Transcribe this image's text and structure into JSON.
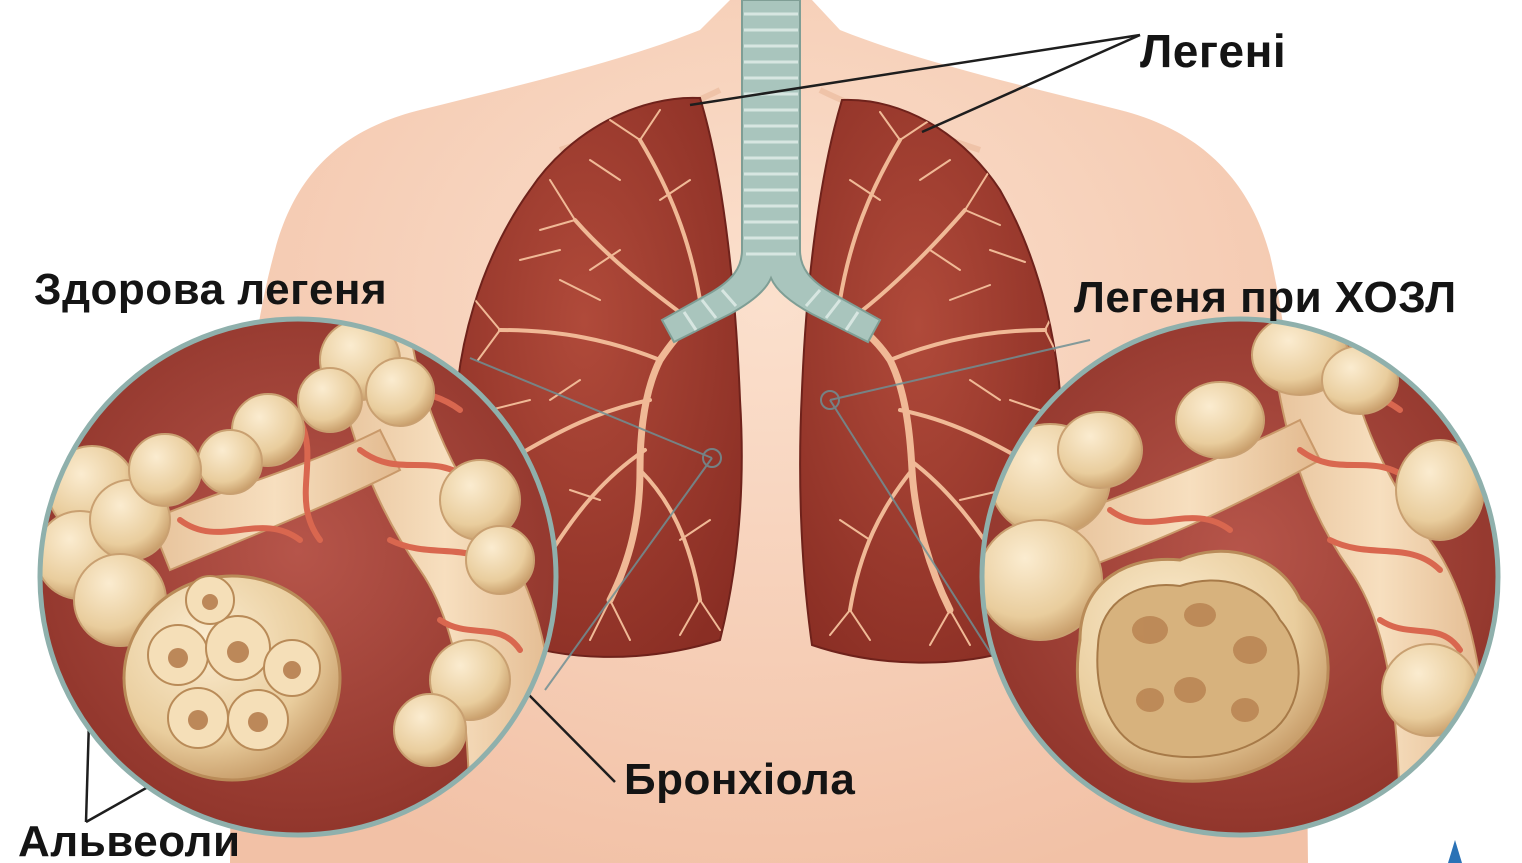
{
  "labels": {
    "lungs": "Легені",
    "healthy_lung": "Здорова легеня",
    "copd_lung": "Легеня при ХОЗЛ",
    "bronchiole": "Бронхіола",
    "alveoli": "Альвеоли"
  },
  "colors": {
    "skin": "#f6cdb5",
    "lung_tissue": "#9c3a2e",
    "airway": "#9fbcb4",
    "alveoli_tan": "#ecd2a4",
    "blood_vessel": "#d9674f",
    "label_text": "#141414",
    "accent_mark": "#2a72b6"
  }
}
